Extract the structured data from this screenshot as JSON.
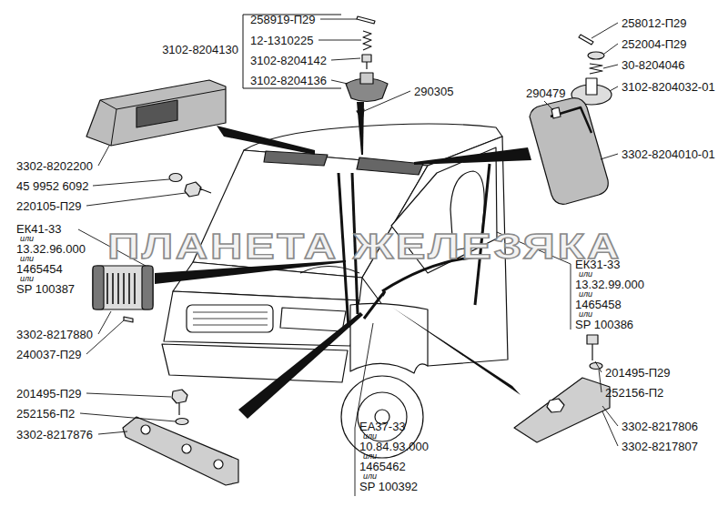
{
  "diagram": {
    "labels": [
      "3102-8204130",
      "258919-П29",
      "12-1310225",
      "3102-8204142",
      "3102-8204136",
      "290305",
      "258012-П29",
      "252004-П29",
      "30-8204046",
      "3102-8204032-01",
      "290479",
      "3302-8204010-01",
      "3302-8202200",
      "45 9952 6092",
      "220105-П29",
      "ЕК41-33",
      "или",
      "13.32.96.000",
      "или",
      "1465454",
      "или",
      "SP 100387",
      "3302-8217880",
      "240037-П29",
      "201495-П29",
      "252156-П2",
      "3302-8217876",
      "ЕА37-33",
      "или",
      "10.84.93.000",
      "или",
      "1465462",
      "или",
      "SP 100392",
      "ЕК31-33",
      "или",
      "13.32.99.000",
      "или",
      "1465458",
      "или",
      "SP 100386",
      "201495-П29",
      "252156-П2",
      "3302-8217806",
      "3302-8217807",
      "ПЛАНЕТА ЖЕЛЕЗЯКА"
    ]
  }
}
